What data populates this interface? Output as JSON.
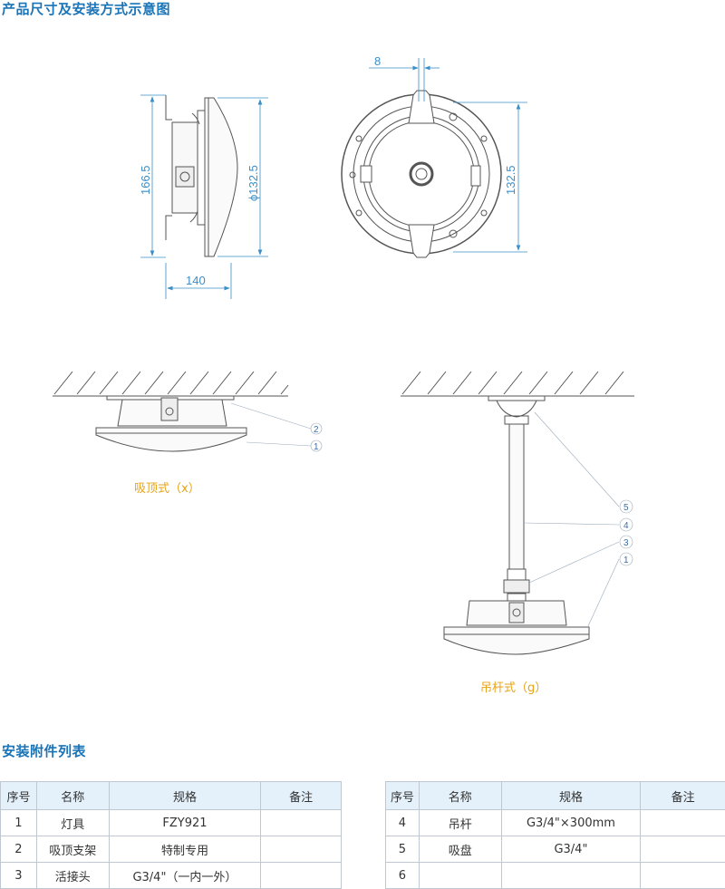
{
  "section1_title": "产品尺寸及安装方式示意图",
  "section2_title": "安装附件列表",
  "dimensions": {
    "height": "166.5",
    "diameter": "ϕ132.5",
    "depth": "140",
    "slot_width": "8",
    "front_height": "132.5"
  },
  "mounting": {
    "ceiling_caption": "吸顶式（x）",
    "pendant_caption": "吊杆式（g）",
    "callouts_ceiling": [
      "2",
      "1"
    ],
    "callouts_pendant": [
      "5",
      "4",
      "3",
      "1"
    ]
  },
  "colors": {
    "title": "#1a74b8",
    "dimension": "#3a8fc8",
    "caption": "#e8a317",
    "table_header": "#e4f1fb"
  },
  "table": {
    "headers": [
      "序号",
      "名称",
      "规格",
      "备注"
    ],
    "left_rows": [
      [
        "1",
        "灯具",
        "FZY921",
        ""
      ],
      [
        "2",
        "吸顶支架",
        "特制专用",
        ""
      ],
      [
        "3",
        "活接头",
        "G3/4\"（一内一外）",
        ""
      ]
    ],
    "right_rows": [
      [
        "4",
        "吊杆",
        "G3/4\"×300mm",
        ""
      ],
      [
        "5",
        "吸盘",
        "G3/4\"",
        ""
      ],
      [
        "6",
        "",
        "",
        ""
      ]
    ]
  }
}
